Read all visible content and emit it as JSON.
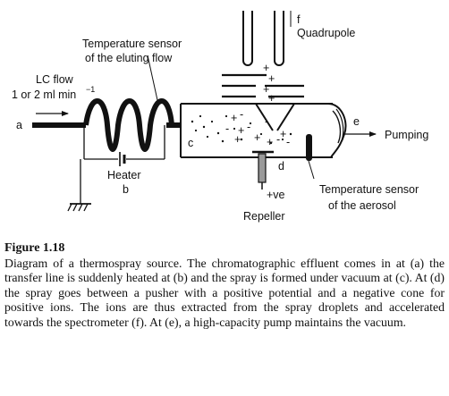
{
  "diagram": {
    "labels": {
      "a": "a",
      "b": "b",
      "c": "c",
      "d": "d",
      "e": "e",
      "f": "f",
      "quadrupole": "Quadrupole",
      "temp_sensor_flow_1": "Temperature sensor",
      "temp_sensor_flow_2": "of the eluting flow",
      "lc_flow_1": "LC flow",
      "lc_flow_2": "1 or 2 ml min",
      "lc_flow_exp": "−1",
      "heater": "Heater",
      "pumping": "Pumping",
      "plus_ve": "+ve",
      "repeller": "Repeller",
      "temp_sensor_aerosol_1": "Temperature sensor",
      "temp_sensor_aerosol_2": "of the aerosol"
    }
  },
  "caption": {
    "figure_label": "Figure 1.18",
    "text": "Diagram of a thermospray source. The chromatographic effluent comes in at (a) the transfer line is suddenly heated at (b) and the spray is formed under vacuum at (c). At (d) the spray goes between a pusher with a positive potential and a negative cone for positive ions. The ions are thus extracted from the spray droplets and accelerated towards the spectrometer (f). At (e), a high-capacity pump maintains the vacuum."
  }
}
